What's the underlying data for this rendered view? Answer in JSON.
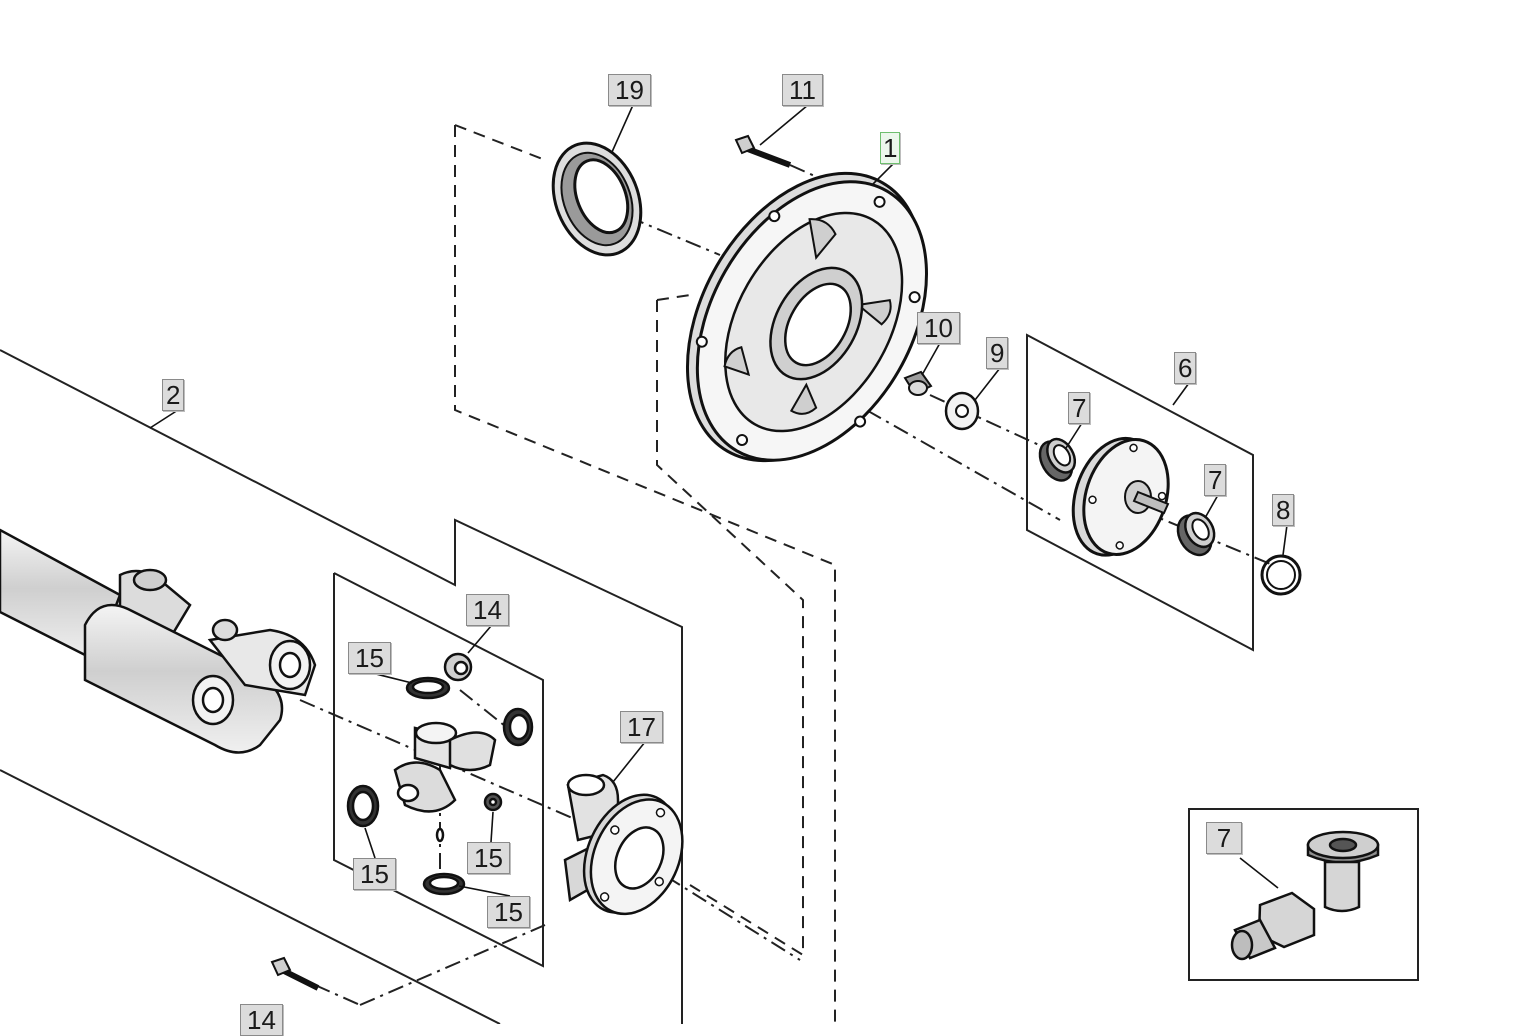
{
  "accent_color": "#6fbf6f",
  "callouts": [
    {
      "id": "c19",
      "label": "19"
    },
    {
      "id": "c11",
      "label": "11"
    },
    {
      "id": "c1",
      "label": "1",
      "highlighted": true
    },
    {
      "id": "c2",
      "label": "2"
    },
    {
      "id": "c10",
      "label": "10"
    },
    {
      "id": "c9",
      "label": "9"
    },
    {
      "id": "c6",
      "label": "6"
    },
    {
      "id": "c7a",
      "label": "7"
    },
    {
      "id": "c7b",
      "label": "7"
    },
    {
      "id": "c8",
      "label": "8"
    },
    {
      "id": "c14a",
      "label": "14"
    },
    {
      "id": "c15a",
      "label": "15"
    },
    {
      "id": "c17",
      "label": "17"
    },
    {
      "id": "c15b",
      "label": "15"
    },
    {
      "id": "c15c",
      "label": "15"
    },
    {
      "id": "c15d",
      "label": "15"
    },
    {
      "id": "c7c",
      "label": "7"
    },
    {
      "id": "c14b",
      "label": "14"
    }
  ]
}
